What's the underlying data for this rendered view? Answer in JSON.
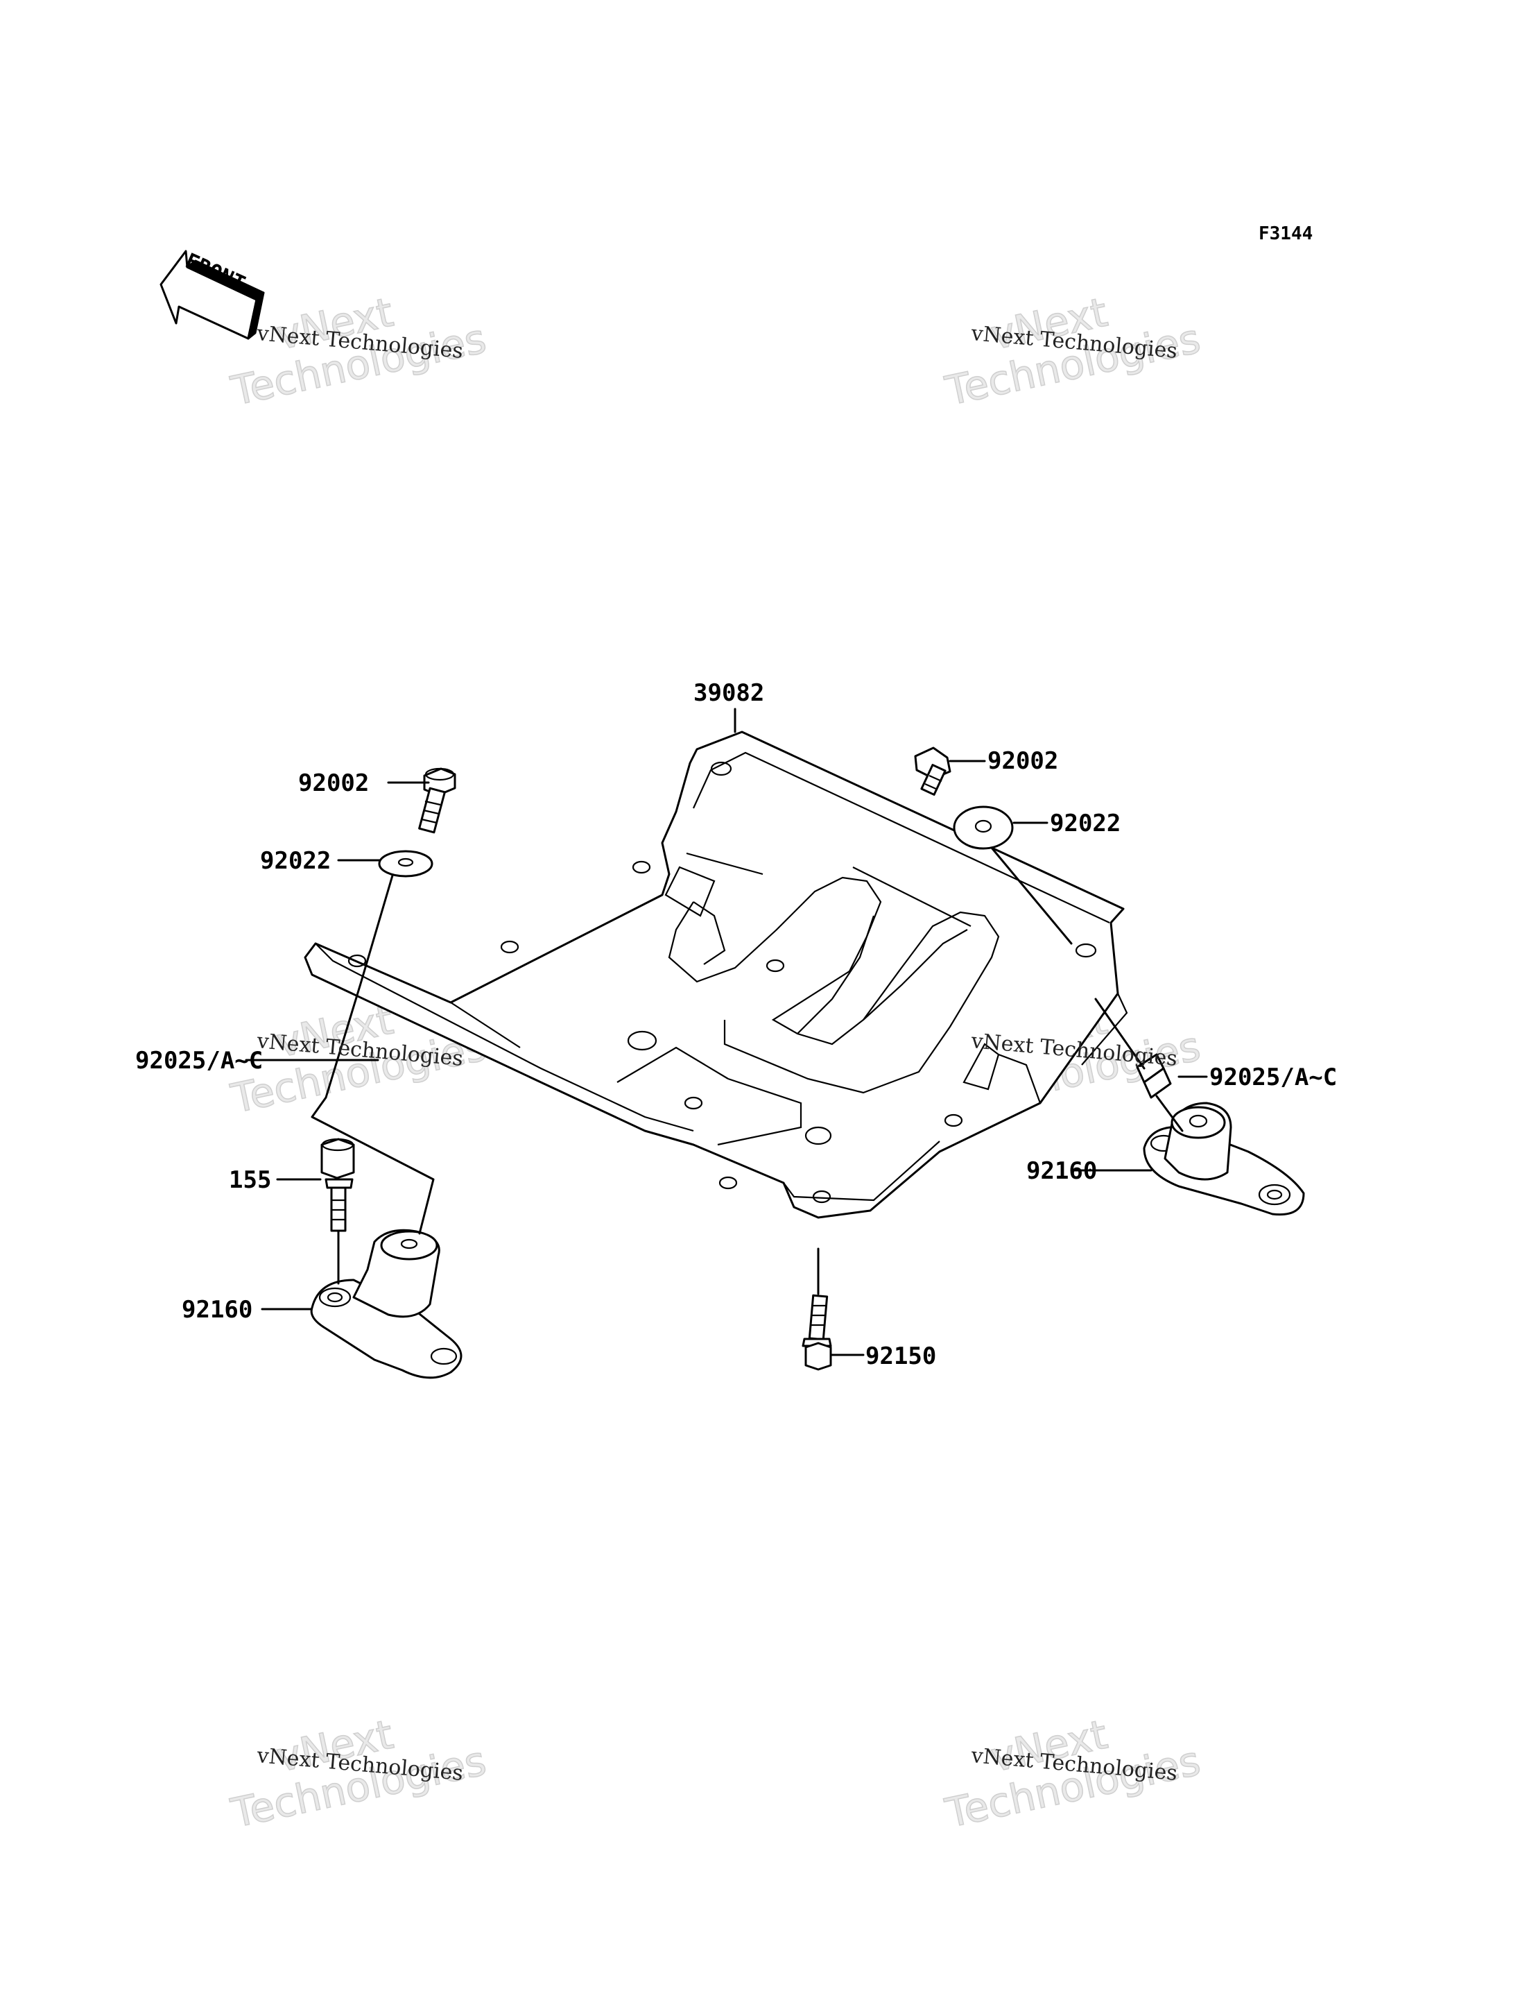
{
  "figure_code": "F3144",
  "front_label": "FRONT",
  "watermark": {
    "line1": "vNext",
    "line2": "Technologies",
    "small": "vNext Technologies"
  },
  "parts": {
    "skid_plate": "39082",
    "bolt_top_left": "92002",
    "bolt_top_right": "92002",
    "washer_left": "92022",
    "washer_right": "92022",
    "collar_left": "92025/A~C",
    "collar_right": "92025/A~C",
    "bolt_155": "155",
    "damper_left": "92160",
    "damper_right": "92160",
    "bolt_bottom": "92150"
  }
}
